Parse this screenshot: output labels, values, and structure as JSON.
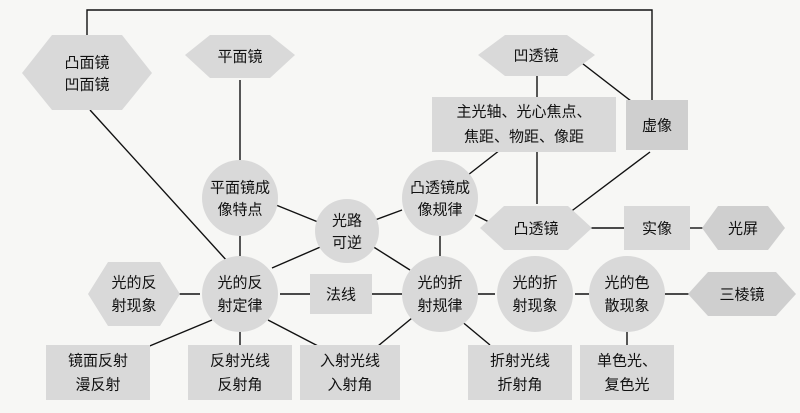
{
  "nodes": {
    "convex_concave_mirror": [
      "凸面镜",
      "凹面镜"
    ],
    "plane_mirror": [
      "平面镜"
    ],
    "concave_lens": [
      "凹透镜"
    ],
    "lens_terms": [
      "主光轴、光心焦点、",
      "焦距、物距、像距"
    ],
    "virtual_image": [
      "虚像"
    ],
    "plane_mirror_imaging": [
      "平面镜成",
      "像特点"
    ],
    "reversibility": [
      "光路",
      "可逆"
    ],
    "convex_lens_imaging": [
      "凸透镜成",
      "像规律"
    ],
    "convex_lens": [
      "凸透镜"
    ],
    "real_image": [
      "实像"
    ],
    "screen": [
      "光屏"
    ],
    "reflection_phenomenon": [
      "光的反",
      "射现象"
    ],
    "reflection_law": [
      "光的反",
      "射定律"
    ],
    "normal_line": [
      "法线"
    ],
    "refraction_law": [
      "光的折",
      "射规律"
    ],
    "refraction_phenomenon": [
      "光的折",
      "射现象"
    ],
    "dispersion": [
      "光的色",
      "散现象"
    ],
    "prism": [
      "三棱镜"
    ],
    "specular_diffuse": [
      "镜面反射",
      "漫反射"
    ],
    "reflected_ray_angle": [
      "反射光线",
      "反射角"
    ],
    "incident_ray_angle": [
      "入射光线",
      "入射角"
    ],
    "refracted_ray_angle": [
      "折射光线",
      "折射角"
    ],
    "mono_poly_light": [
      "单色光、",
      "复色光"
    ]
  },
  "colors": {
    "shape_fill": "#d9d9d9",
    "line": "#111111",
    "text": "#111111"
  }
}
